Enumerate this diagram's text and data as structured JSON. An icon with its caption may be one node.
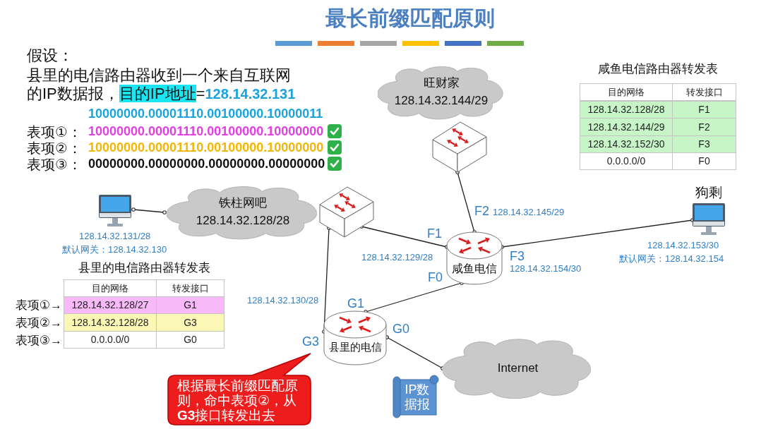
{
  "diagram": {
    "title": "最长前缀匹配原则",
    "nodes": [
      {
        "text": [
          "旺财家",
          "128.14.32.144/29"
        ]
      },
      {
        "text": [],
        "shape": "picture"
      },
      {
        "text": [],
        "shape": "picture",
        "beside": [
          "128.14.32.131/28",
          "默认网关：128.14.32.130"
        ]
      },
      {
        "text": [
          "铁柱网吧",
          "128.14.32.128/28"
        ]
      },
      {
        "text": [],
        "shape": "picture"
      },
      {
        "text": [
          "咸鱼电信"
        ]
      },
      {
        "text": [
          "狗剩"
        ],
        "beside": [
          "128.14.32.153/30",
          "默认网关：128.14.32.154"
        ]
      },
      {
        "text": [
          "县里的电信"
        ]
      },
      {
        "text": [
          "IP数据报"
        ]
      },
      {
        "text": [
          "Internet"
        ]
      },
      {
        "text": [
          "根据最长前缀匹配原则，命中表项②，从**G3**接口转发出去"
        ]
      }
    ],
    "edges": [
      {
        "from": 2,
        "to": 3,
        "arrow": "other"
      },
      {
        "from": 1,
        "to": 5,
        "arrow": "other"
      },
      {
        "from": 4,
        "to": 5,
        "arrow": "other"
      },
      {
        "from": 5,
        "to": 6,
        "arrow": "other"
      },
      {
        "from": 4,
        "to": 7,
        "arrow": "other"
      },
      {
        "from": 7,
        "to": 5,
        "arrow": "other"
      },
      {
        "from": 7,
        "to": 9,
        "arrow": "other"
      }
    ],
    "labels": [
      "假设：",
      "县里的电信路由器收到一个来自互联网的IP数据报，",
      "目的IP地址",
      "=**128.14.32.131**",
      "10000000.00001110.00100000.10000011",
      "表项①：",
      "10000000.00001110.00100000.10000000",
      "表项②：",
      "10000000.00001110.00100000.10000000",
      "表项③：",
      "00000000.00000000.00000000.00000000",
      "咸鱼电信路由器转发表",
      "目的网络",
      "转发接口",
      "128.14.32.128/28",
      "F1",
      "128.14.32.144/29",
      "F2",
      "128.14.32.152/30",
      "F3",
      "0.0.0.0/0",
      "F0",
      "F2",
      "128.14.32.145/29",
      "F1",
      "128.14.32.129/28",
      "F3",
      "128.14.32.154/30",
      "F0",
      "128.14.32.130/28",
      "G1",
      "G3",
      "G0",
      "县里的电信路由器转发表",
      "目的网络",
      "转发接口",
      "表项①→",
      "128.14.32.128/27",
      "G1",
      "表项②→",
      "128.14.32.128/28",
      "G3",
      "表项③→",
      "0.0.0.0/0",
      "G0"
    ]
  }
}
